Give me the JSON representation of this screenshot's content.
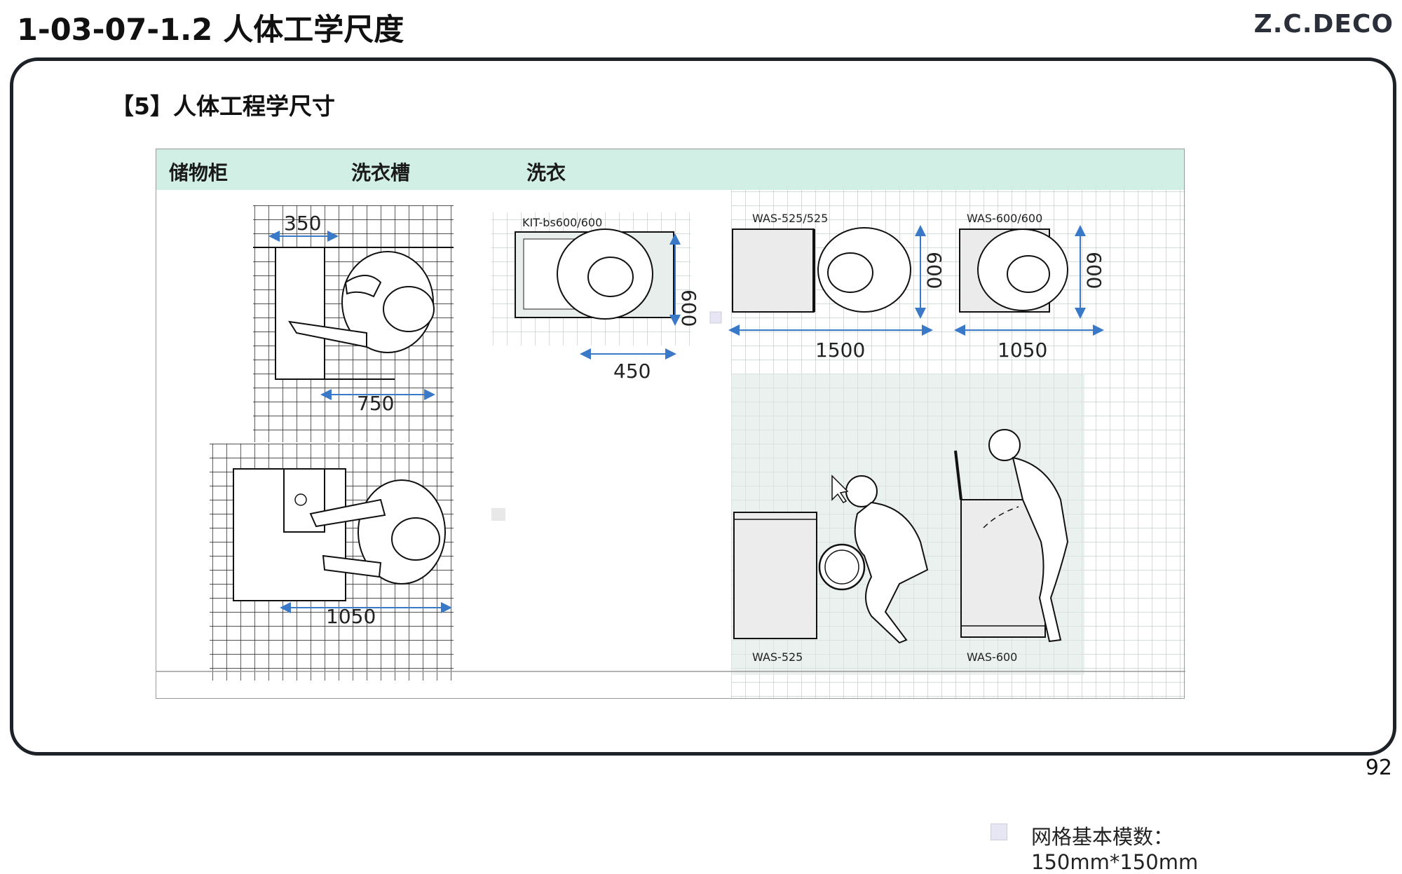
{
  "header": {
    "title": "1-03-07-1.2 人体工学尺度",
    "brand": "Z.C.DECO",
    "page_number": "92"
  },
  "section": {
    "title": "【5】人体工程学尺寸"
  },
  "panel": {
    "columns": [
      "储物柜",
      "洗衣槽",
      "洗衣"
    ],
    "legend": "网格基本模数：150mm*150mm"
  },
  "diagrams": {
    "storage_top": {
      "dim_top": "350",
      "dim_bottom": "750"
    },
    "storage_bottom": {
      "dim_bottom": "1050"
    },
    "sink": {
      "tag": "KIT-bs600/600",
      "dim_side": "600",
      "dim_bottom": "450"
    },
    "washer_525_plan": {
      "tag": "WAS-525/525",
      "dim_side": "600",
      "dim_bottom": "1500"
    },
    "washer_600_plan": {
      "tag": "WAS-600/600",
      "dim_side": "600",
      "dim_bottom": "1050"
    },
    "washer_525_elev": {
      "tag": "WAS-525"
    },
    "washer_600_elev": {
      "tag": "WAS-600"
    }
  },
  "colors": {
    "header_band": "#d2efe6",
    "grid": "#1a1a1a",
    "grid_light": "#9bb8b4",
    "dimension": "#3a78c8"
  }
}
